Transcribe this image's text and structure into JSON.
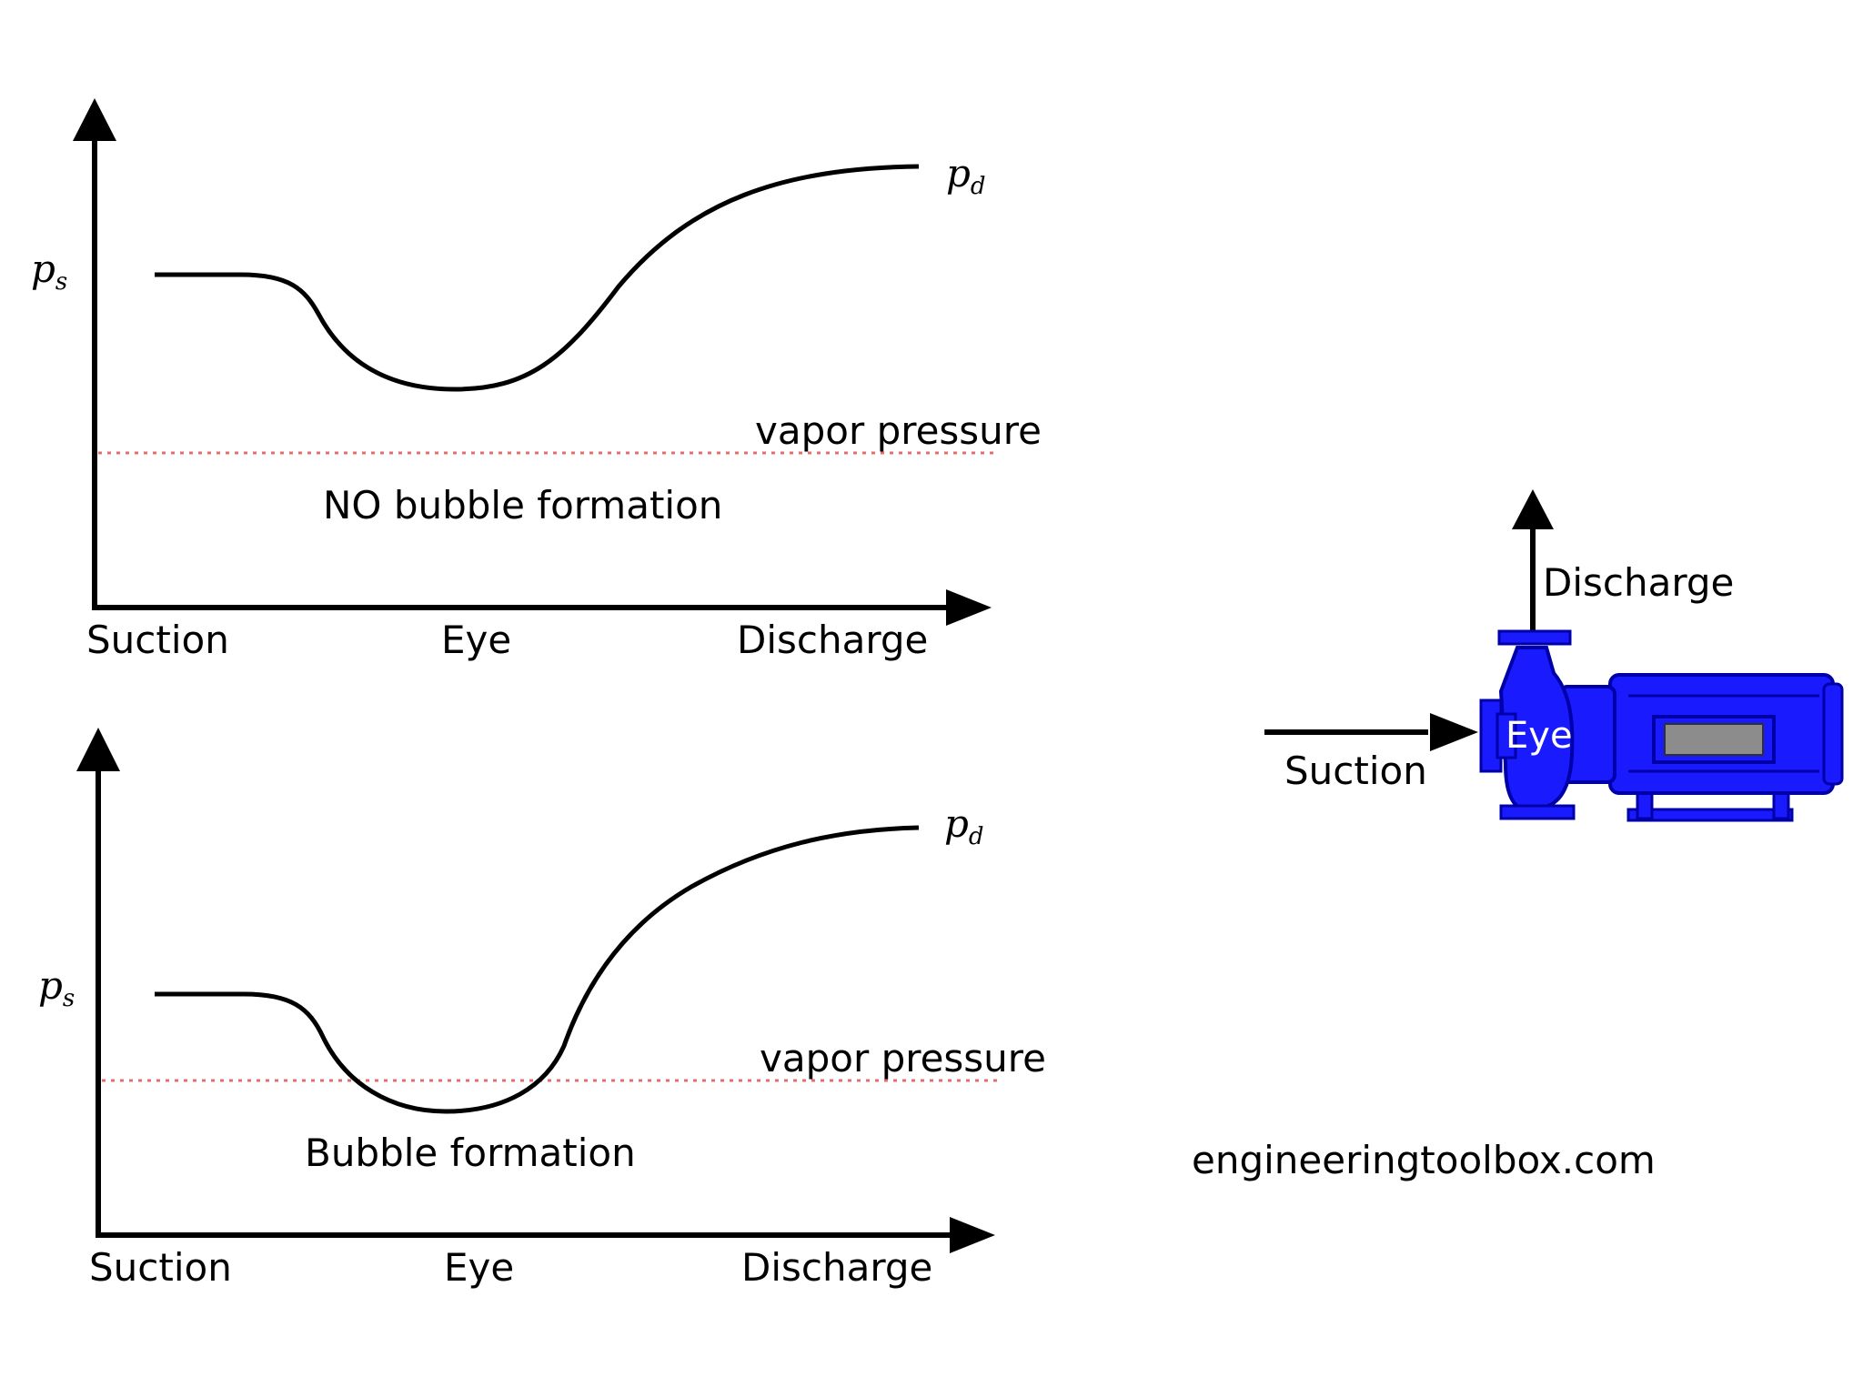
{
  "top_diagram": {
    "start_label_main": "p",
    "start_label_sub": "s",
    "end_label_main": "p",
    "end_label_sub": "d",
    "vapor_label": "vapor pressure",
    "region_label": "NO bubble formation",
    "x_ticks": [
      "Suction",
      "Eye",
      "Discharge"
    ]
  },
  "bottom_diagram": {
    "start_label_main": "p",
    "start_label_sub": "s",
    "end_label_main": "p",
    "end_label_sub": "d",
    "vapor_label": "vapor pressure",
    "region_label": "Bubble formation",
    "x_ticks": [
      "Suction",
      "Eye",
      "Discharge"
    ]
  },
  "pump": {
    "discharge_label": "Discharge",
    "suction_label": "Suction",
    "eye_label": "Eye",
    "body_color": "#1a1aff",
    "dark_color": "#0000a8"
  },
  "watermark": "engineeringtoolbox.com",
  "colors": {
    "curve": "#000000",
    "vapor_line": "#e07070"
  }
}
